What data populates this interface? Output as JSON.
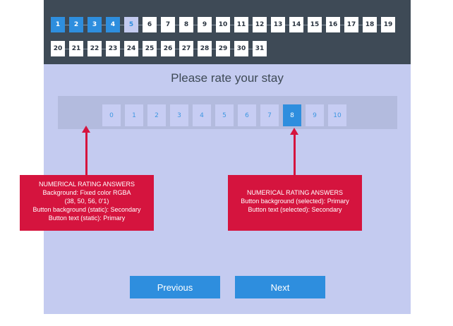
{
  "days": {
    "row1": [
      {
        "label": "1",
        "state": "selected"
      },
      {
        "label": "2",
        "state": "selected"
      },
      {
        "label": "3",
        "state": "selected"
      },
      {
        "label": "4",
        "state": "selected"
      },
      {
        "label": "5",
        "state": "current"
      },
      {
        "label": "6",
        "state": "default"
      },
      {
        "label": "7",
        "state": "default"
      },
      {
        "label": "8",
        "state": "default"
      },
      {
        "label": "9",
        "state": "default"
      },
      {
        "label": "10",
        "state": "default"
      },
      {
        "label": "11",
        "state": "default"
      },
      {
        "label": "12",
        "state": "default"
      },
      {
        "label": "13",
        "state": "default"
      },
      {
        "label": "14",
        "state": "default"
      },
      {
        "label": "15",
        "state": "default"
      },
      {
        "label": "16",
        "state": "default"
      },
      {
        "label": "17",
        "state": "default"
      },
      {
        "label": "18",
        "state": "default"
      },
      {
        "label": "19",
        "state": "default"
      }
    ],
    "row2": [
      {
        "label": "20",
        "state": "default"
      },
      {
        "label": "21",
        "state": "default"
      },
      {
        "label": "22",
        "state": "default"
      },
      {
        "label": "23",
        "state": "default"
      },
      {
        "label": "24",
        "state": "default"
      },
      {
        "label": "25",
        "state": "default"
      },
      {
        "label": "26",
        "state": "default"
      },
      {
        "label": "27",
        "state": "default"
      },
      {
        "label": "28",
        "state": "default"
      },
      {
        "label": "29",
        "state": "default"
      },
      {
        "label": "30",
        "state": "default"
      },
      {
        "label": "31",
        "state": "default"
      }
    ]
  },
  "question": "Please rate your stay",
  "rating": {
    "options": [
      "0",
      "1",
      "2",
      "3",
      "4",
      "5",
      "6",
      "7",
      "8",
      "9",
      "10"
    ],
    "selected": "8"
  },
  "annotations": {
    "left": [
      "NUMERICAL RATING ANSWERS",
      "Background: Fixed color RGBA",
      "(38, 50, 56, 0'1)",
      "Button background (static): Secondary",
      "Button text (static): Primary"
    ],
    "right": [
      "NUMERICAL RATING ANSWERS",
      "Button background (selected): Primary",
      "Button text (selected): Secondary"
    ]
  },
  "nav": {
    "previous_label": "Previous",
    "next_label": "Next"
  },
  "colors": {
    "primary": "#2e8ede",
    "annotation": "#d5143e",
    "header_bg": "#3e4a56",
    "page_bg": "#c4cbf0"
  }
}
